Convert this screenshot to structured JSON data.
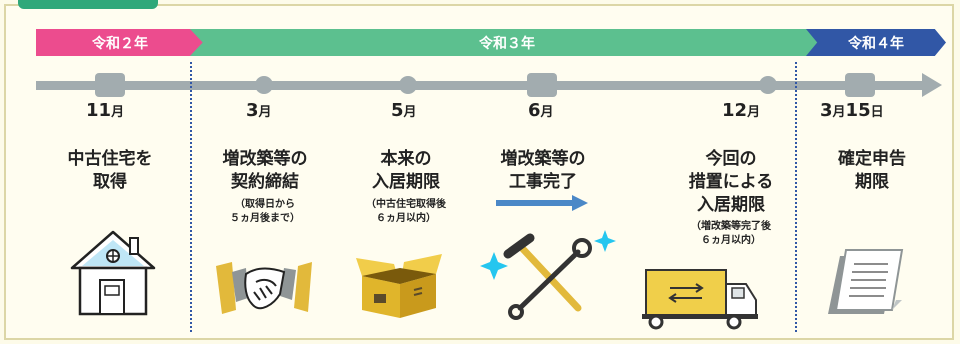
{
  "eras": {
    "reiwa2": "令和２年",
    "reiwa3": "令和３年",
    "reiwa4": "令和４年"
  },
  "steps": [
    {
      "num": "11",
      "unit": "月",
      "title_lines": [
        "中古住宅を",
        "取得"
      ],
      "note_lines": []
    },
    {
      "num": "3",
      "unit": "月",
      "title_lines": [
        "増改築等の",
        "契約締結"
      ],
      "note_lines": [
        "（取得日から",
        "５ヵ月後まで）"
      ]
    },
    {
      "num": "5",
      "unit": "月",
      "title_lines": [
        "本来の",
        "入居期限"
      ],
      "note_lines": [
        "（中古住宅取得後",
        "６ヵ月以内）"
      ]
    },
    {
      "num": "6",
      "unit": "月",
      "title_lines": [
        "増改築等の",
        "工事完了"
      ],
      "note_lines": []
    },
    {
      "num": "12",
      "unit": "月",
      "title_lines": [
        "今回の",
        "措置による",
        "入居期限"
      ],
      "note_lines": [
        "（増改築等完了後",
        "６ヵ月以内）"
      ]
    },
    {
      "num": "3",
      "unit": "月",
      "num2": "15",
      "unit2": "日",
      "title_lines": [
        "確定申告",
        "期限"
      ],
      "note_lines": []
    }
  ],
  "icons": [
    "house-icon",
    "handshake-icon",
    "cardboard-box-icon",
    "tools-icon",
    "truck-icon",
    "document-icon"
  ]
}
